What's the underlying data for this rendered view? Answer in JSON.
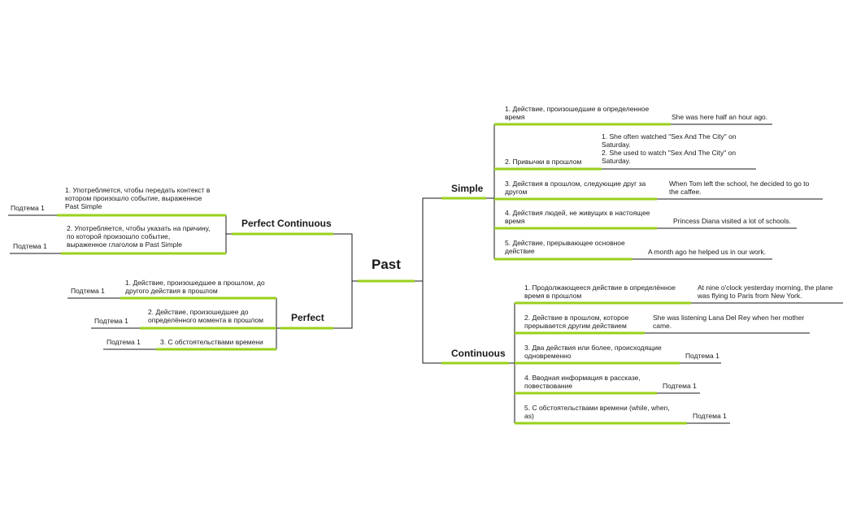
{
  "colors": {
    "accent": "#9ad11b",
    "line": "#1a1a1a",
    "text": "#1a1a1a",
    "background": "#ffffff"
  },
  "root": {
    "label": "Past"
  },
  "simple": {
    "label": "Simple",
    "items": [
      {
        "text": "1. Действие, произошедшие в определенное\nвремя",
        "example": "She was here half an hour ago."
      },
      {
        "text": "2. Привычки в прошлом",
        "example": "1. She often watched \"Sex And The City\" on\nSaturday.\n2. She used to watch \"Sex And The City\" on\nSaturday."
      },
      {
        "text": "3. Действия в прошлом, следующие друг за\nдругом",
        "example": "When Tom left the school, he decided to go to\nthe caffee."
      },
      {
        "text": "4. Действия людей, не живущих в настоящее\nвремя",
        "example": "Princess Diana visited a lot of schools."
      },
      {
        "text": "5. Действие, прерывающее основное\nдействие",
        "example": "A month ago he helped us in our work."
      }
    ]
  },
  "continuous": {
    "label": "Continuous",
    "items": [
      {
        "text": "1. Продолжающееся действие в определённое\nвремя в прошлом",
        "example": "At nine o'clock yesterday morning, the plane\nwas flying to Paris from New York."
      },
      {
        "text": "2. Действие в прошлом, которое\nпрерывается другим действием",
        "example": "She was listening Lana Del Rey when her mother\ncame."
      },
      {
        "text": "3. Два действия или более, происходящие\nодновременно",
        "example": "Подтема 1"
      },
      {
        "text": "4. Вводная информация в рассказе,\nповествование",
        "example": "Подтема 1"
      },
      {
        "text": "5. С обстоятельствами времени (while, when,\nas)",
        "example": "Подтема 1"
      }
    ]
  },
  "perfect_continuous": {
    "label": "Perfect Continuous",
    "items": [
      {
        "text": "1. Употребляется, чтобы передать контекст в\nкотором произошло событие, выраженное\nPast Simple",
        "example": "Подтема 1"
      },
      {
        "text": "2. Употребляется, чтобы указать на причину,\nпо которой произошло событие,\nвыраженное глаголом в Past Simple",
        "example": "Подтема 1"
      }
    ]
  },
  "perfect": {
    "label": "Perfect",
    "items": [
      {
        "text": "1. Действие, произошедшее в прошлом, до\nдругого действия в прошлом",
        "example": "Подтема 1"
      },
      {
        "text": "2. Действие, произошедшее до\nопределённого момента в прошлом",
        "example": "Подтема 1"
      },
      {
        "text": "3. С обстоятельствами времени",
        "example": "Подтема 1"
      }
    ]
  }
}
